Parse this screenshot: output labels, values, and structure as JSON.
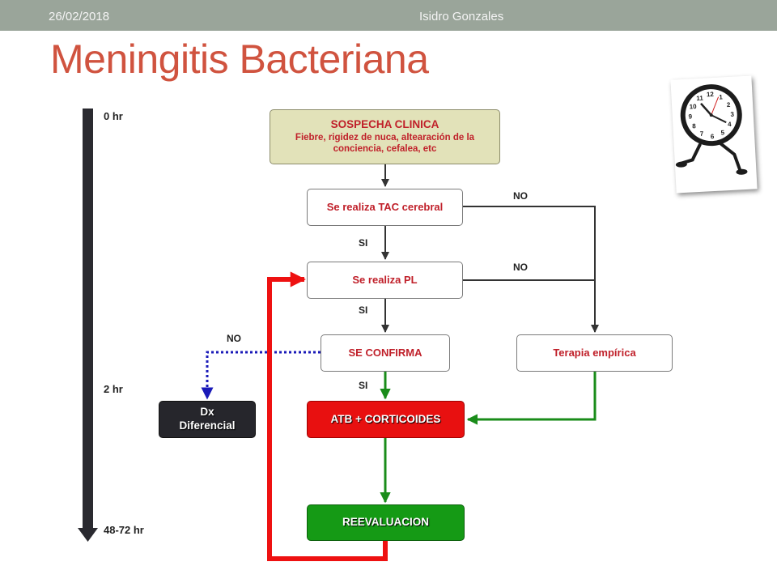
{
  "header": {
    "date": "26/02/2018",
    "author": "Isidro Gonzales"
  },
  "title": "Meningitis Bacteriana",
  "timeline": {
    "start": "0 hr",
    "mid": "2 hr",
    "end": "48-72 hr"
  },
  "nodes": {
    "sospecha": {
      "title": "SOSPECHA CLINICA",
      "subtitle": "Fiebre, rigidez de nuca, altearación de la conciencia, cefalea, etc"
    },
    "tac": "Se realiza TAC cerebral",
    "pl": "Se realiza PL",
    "confirma": "SE CONFIRMA",
    "terapia": "Terapia empírica",
    "dx": "Dx Diferencial",
    "atb": "ATB + CORTICOIDES",
    "reeval": "REEVALUACION"
  },
  "edge_labels": {
    "si": "SI",
    "no": "NO"
  },
  "colors": {
    "title": "#d0533f",
    "red_box": "#e81010",
    "green_box": "#159a15",
    "cream_box": "#e2e2b9",
    "dark_box": "#26262c",
    "green_arrow": "#1a8c1a",
    "red_arrow": "#ee1111",
    "blue_dotted": "#1a1ab8"
  },
  "illustration": {
    "icon": "running-clock-icon",
    "clock_numbers": [
      "12",
      "1",
      "2",
      "3",
      "4",
      "5",
      "6",
      "7",
      "8",
      "9",
      "10",
      "11"
    ]
  }
}
